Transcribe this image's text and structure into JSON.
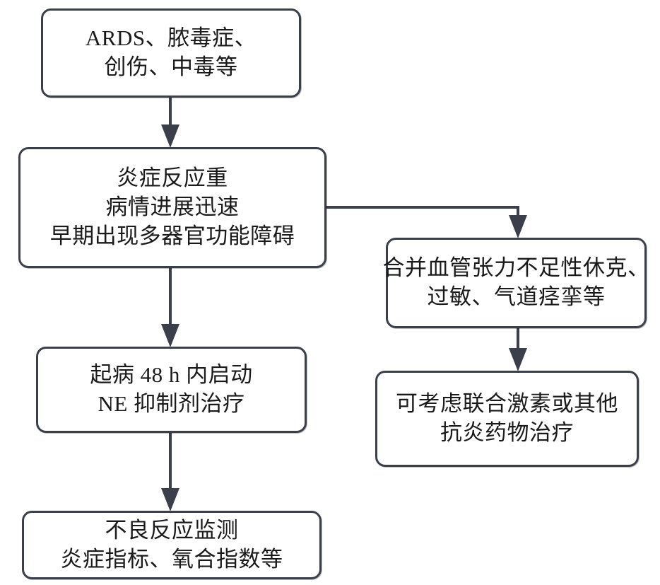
{
  "diagram": {
    "title": "NE inhibitor treatment flowchart",
    "type": "flowchart",
    "orientation": "top-to-bottom with right branch",
    "colors": {
      "box_border": "#3a3f4a",
      "box_fill": "#ffffff",
      "text": "#1a1a1a",
      "connector": "#3a3f4a",
      "background": "#ffffff"
    },
    "nodes": [
      {
        "id": "etiology",
        "name": "etiology-node",
        "lines": [
          "ARDS、脓毒症、",
          "创伤、中毒等"
        ]
      },
      {
        "id": "severity",
        "name": "severity-node",
        "lines": [
          "炎症反应重",
          "病情进展迅速",
          "早期出现多器官功能障碍"
        ]
      },
      {
        "id": "ne",
        "name": "ne-inhibitor-node",
        "lines": [
          "起病 48 h 内启动",
          "NE 抑制剂治疗"
        ]
      },
      {
        "id": "monitor",
        "name": "monitoring-node",
        "lines": [
          "不良反应监测",
          "炎症指标、氧合指数等"
        ]
      },
      {
        "id": "shock",
        "name": "vasoplegic-shock-node",
        "lines": [
          "合并血管张力不足性休克、",
          "过敏、气道痉挛等"
        ]
      },
      {
        "id": "steroid",
        "name": "steroid-therapy-node",
        "lines": [
          "可考虑联合激素或其他",
          "抗炎药物治疗"
        ]
      }
    ],
    "edges": [
      {
        "id": "e1",
        "name": "arrow-etiology-to-severity",
        "from": "etiology",
        "to": "severity",
        "style": "straight-down"
      },
      {
        "id": "e2",
        "name": "arrow-severity-to-ne",
        "from": "severity",
        "to": "ne",
        "style": "straight-down"
      },
      {
        "id": "e3",
        "name": "arrow-ne-to-monitor",
        "from": "ne",
        "to": "monitor",
        "style": "straight-down"
      },
      {
        "id": "e4",
        "name": "arrow-severity-to-shock",
        "from": "severity",
        "to": "shock",
        "style": "right-then-down"
      },
      {
        "id": "e5",
        "name": "arrow-shock-to-steroid",
        "from": "shock",
        "to": "steroid",
        "style": "straight-down"
      }
    ]
  }
}
